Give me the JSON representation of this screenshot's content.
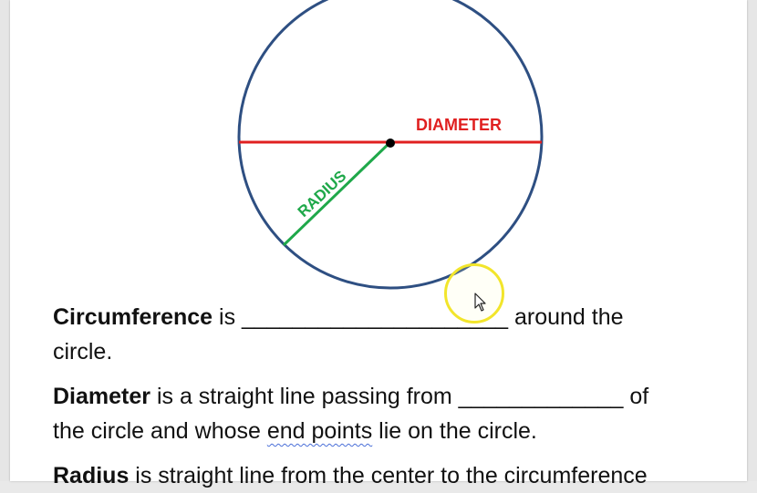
{
  "diagram": {
    "diameter_label": "DIAMETER",
    "radius_label": "RADIUS",
    "circle_color": "#2e4f82",
    "diameter_color": "#e02020",
    "radius_color": "#1fa84a"
  },
  "definitions": [
    {
      "term": "Circumference",
      "before_blank": " is ",
      "blank": "_____________________",
      "after_blank": " around the",
      "line2": "circle."
    },
    {
      "term": "Diameter",
      "before_blank": " is a straight line passing from ",
      "blank": "_____________",
      "after_blank": " of",
      "line2_a": "the circle and whose ",
      "line2_squiggle": "end points",
      "line2_b": " lie on the circle."
    },
    {
      "term": "Radius",
      "rest": " is straight line from the center to the circumference"
    }
  ]
}
